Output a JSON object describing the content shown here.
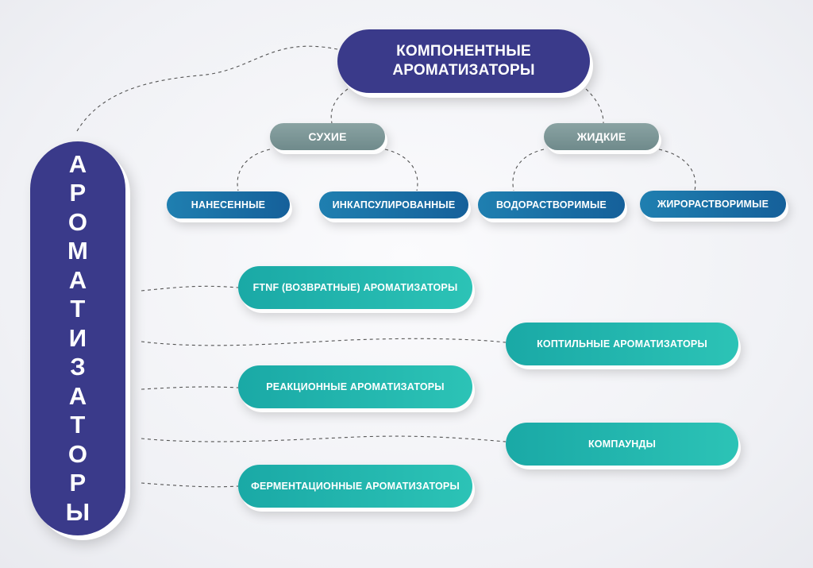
{
  "vertical_label": [
    "А",
    "Р",
    "О",
    "М",
    "А",
    "Т",
    "И",
    "З",
    "А",
    "Т",
    "О",
    "Р",
    "Ы"
  ],
  "top_node": {
    "line1": "КОМПОНЕНТНЫЕ",
    "line2": "АРОМАТИЗАТОРЫ"
  },
  "categories": {
    "dry": "СУХИЕ",
    "liquid": "ЖИДКИЕ"
  },
  "subcategories": {
    "applied": "НАНЕСЕННЫЕ",
    "encapsulated": "ИНКАПСУЛИРОВАННЫЕ",
    "water_soluble": "ВОДОРАСТВОРИМЫЕ",
    "fat_soluble": "ЖИРОРАСТВОРИМЫЕ"
  },
  "types": {
    "ftnf": "FTNF (ВОЗВРАТНЫЕ) АРОМАТИЗАТОРЫ",
    "smoke": "КОПТИЛЬНЫЕ АРОМАТИЗАТОРЫ",
    "reaction": "РЕАКЦИОННЫЕ АРОМАТИЗАТОРЫ",
    "compounds": "КОМПАУНДЫ",
    "fermentation": "ФЕРМЕНТАЦИОННЫЕ АРОМАТИЗАТОРЫ"
  },
  "colors": {
    "navy": "#3a3a8a",
    "grey_teal": "#7a9596",
    "blue": "#1a6fa5",
    "teal": "#22b5ad"
  }
}
